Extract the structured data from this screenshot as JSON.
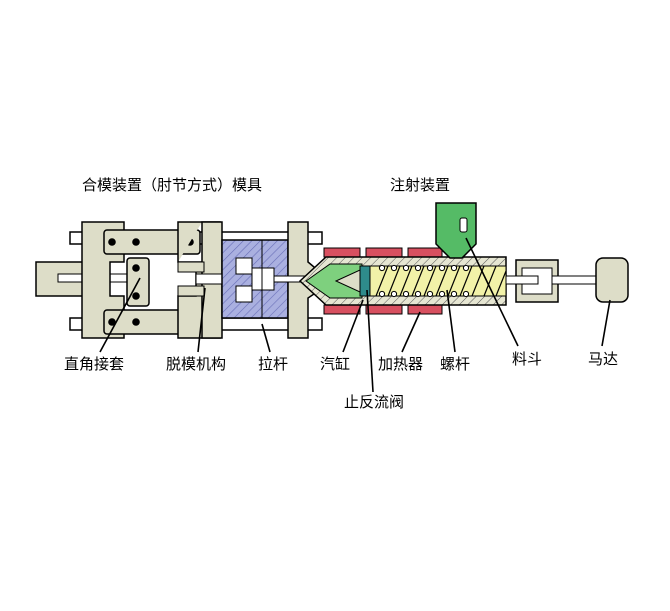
{
  "labels": {
    "clamping": "合模装置（肘节方式）模具",
    "injection": "注射装置",
    "toggle_sleeve": "直角接套",
    "ejector": "脱模机构",
    "tie_bar": "拉杆",
    "cylinder": "汽缸",
    "heater": "加热器",
    "screw": "螺杆",
    "hopper": "料斗",
    "motor": "马达",
    "check_valve": "止反流阀"
  },
  "colors": {
    "frame": "#ddddc8",
    "mold": "#aab0e0",
    "mold_hatch": "#6a70b8",
    "heater": "#d85060",
    "melt": "#7ed07e",
    "hopper": "#55bb66",
    "screw": "#f2f2a8",
    "valve": "#2e8b8b",
    "line": "#000000"
  }
}
